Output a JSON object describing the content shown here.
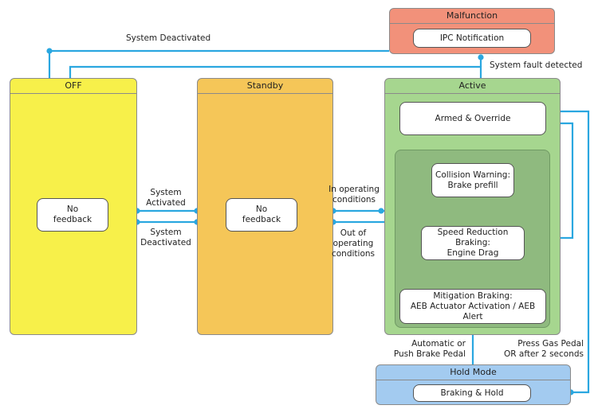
{
  "states": {
    "malfunction": {
      "title": "Malfunction",
      "inner": "IPC Notification",
      "fill": "#f2917a"
    },
    "off": {
      "title": "OFF",
      "inner": "No\nfeedback",
      "fill": "#f7f04a"
    },
    "standby": {
      "title": "Standby",
      "inner": "No\nfeedback",
      "fill": "#f5c658"
    },
    "active": {
      "title": "Active",
      "fill": "#a6d68f"
    },
    "hold": {
      "title": "Hold Mode",
      "inner": "Braking & Hold",
      "fill": "#a3cbf0"
    }
  },
  "active_substates": {
    "armed": "Armed & Override",
    "collision": "Collision Warning:\nBrake prefill",
    "speed": "Speed Reduction Braking:\nEngine Drag",
    "mitigation": "Mitigation Braking:\nAEB Actuator Activation / AEB Alert"
  },
  "transitions": {
    "system_deactivated_top": "System Deactivated",
    "system_fault": "System fault detected",
    "system_activated": "System\nActivated",
    "system_deactivated": "System\nDeactivated",
    "in_operating": "In operating\nconditions",
    "out_operating": "Out of\noperating\nconditions",
    "auto_brake": "Automatic or\nPush Brake Pedal",
    "gas_pedal": "Press Gas Pedal\nOR after 2 seconds"
  },
  "colors": {
    "connector": "#2aa7e0",
    "border": "#8a8a8a"
  }
}
